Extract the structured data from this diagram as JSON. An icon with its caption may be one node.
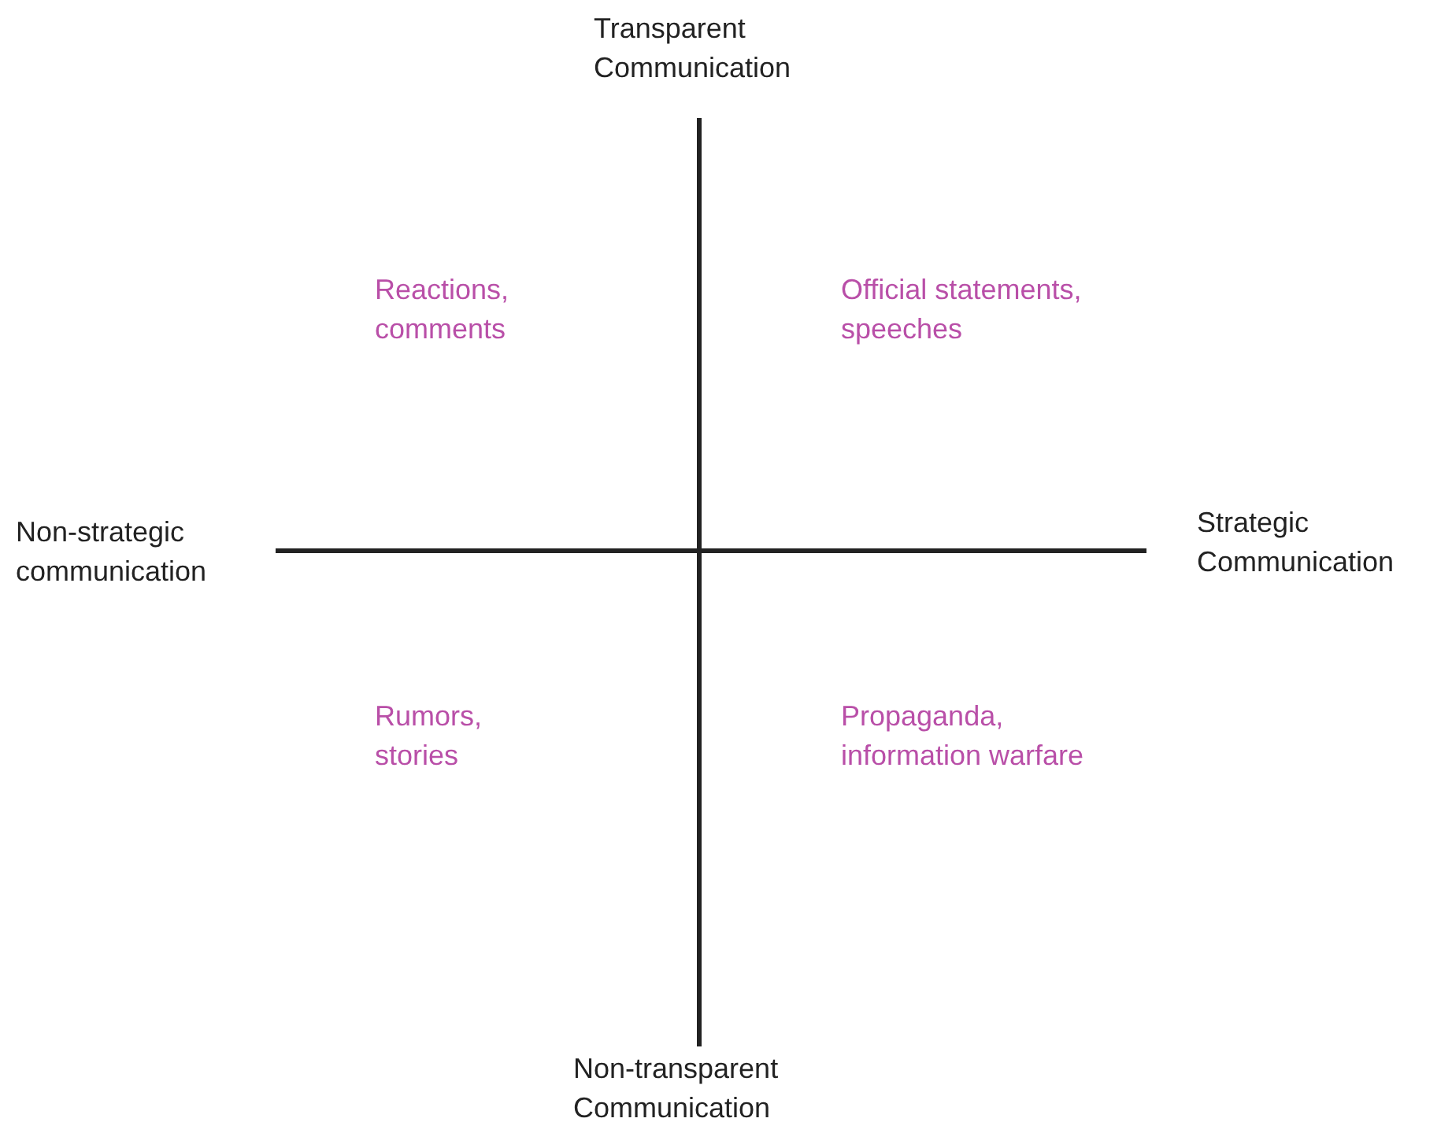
{
  "diagram": {
    "labels": [
      "Transparent Communication",
      "Reactions, comments",
      "Official statements, speeches",
      "Non-strategic communication",
      "Strategic Communication",
      "Rumors, stories",
      "Propaganda, information warfare",
      "Non-transparent Communication"
    ]
  }
}
